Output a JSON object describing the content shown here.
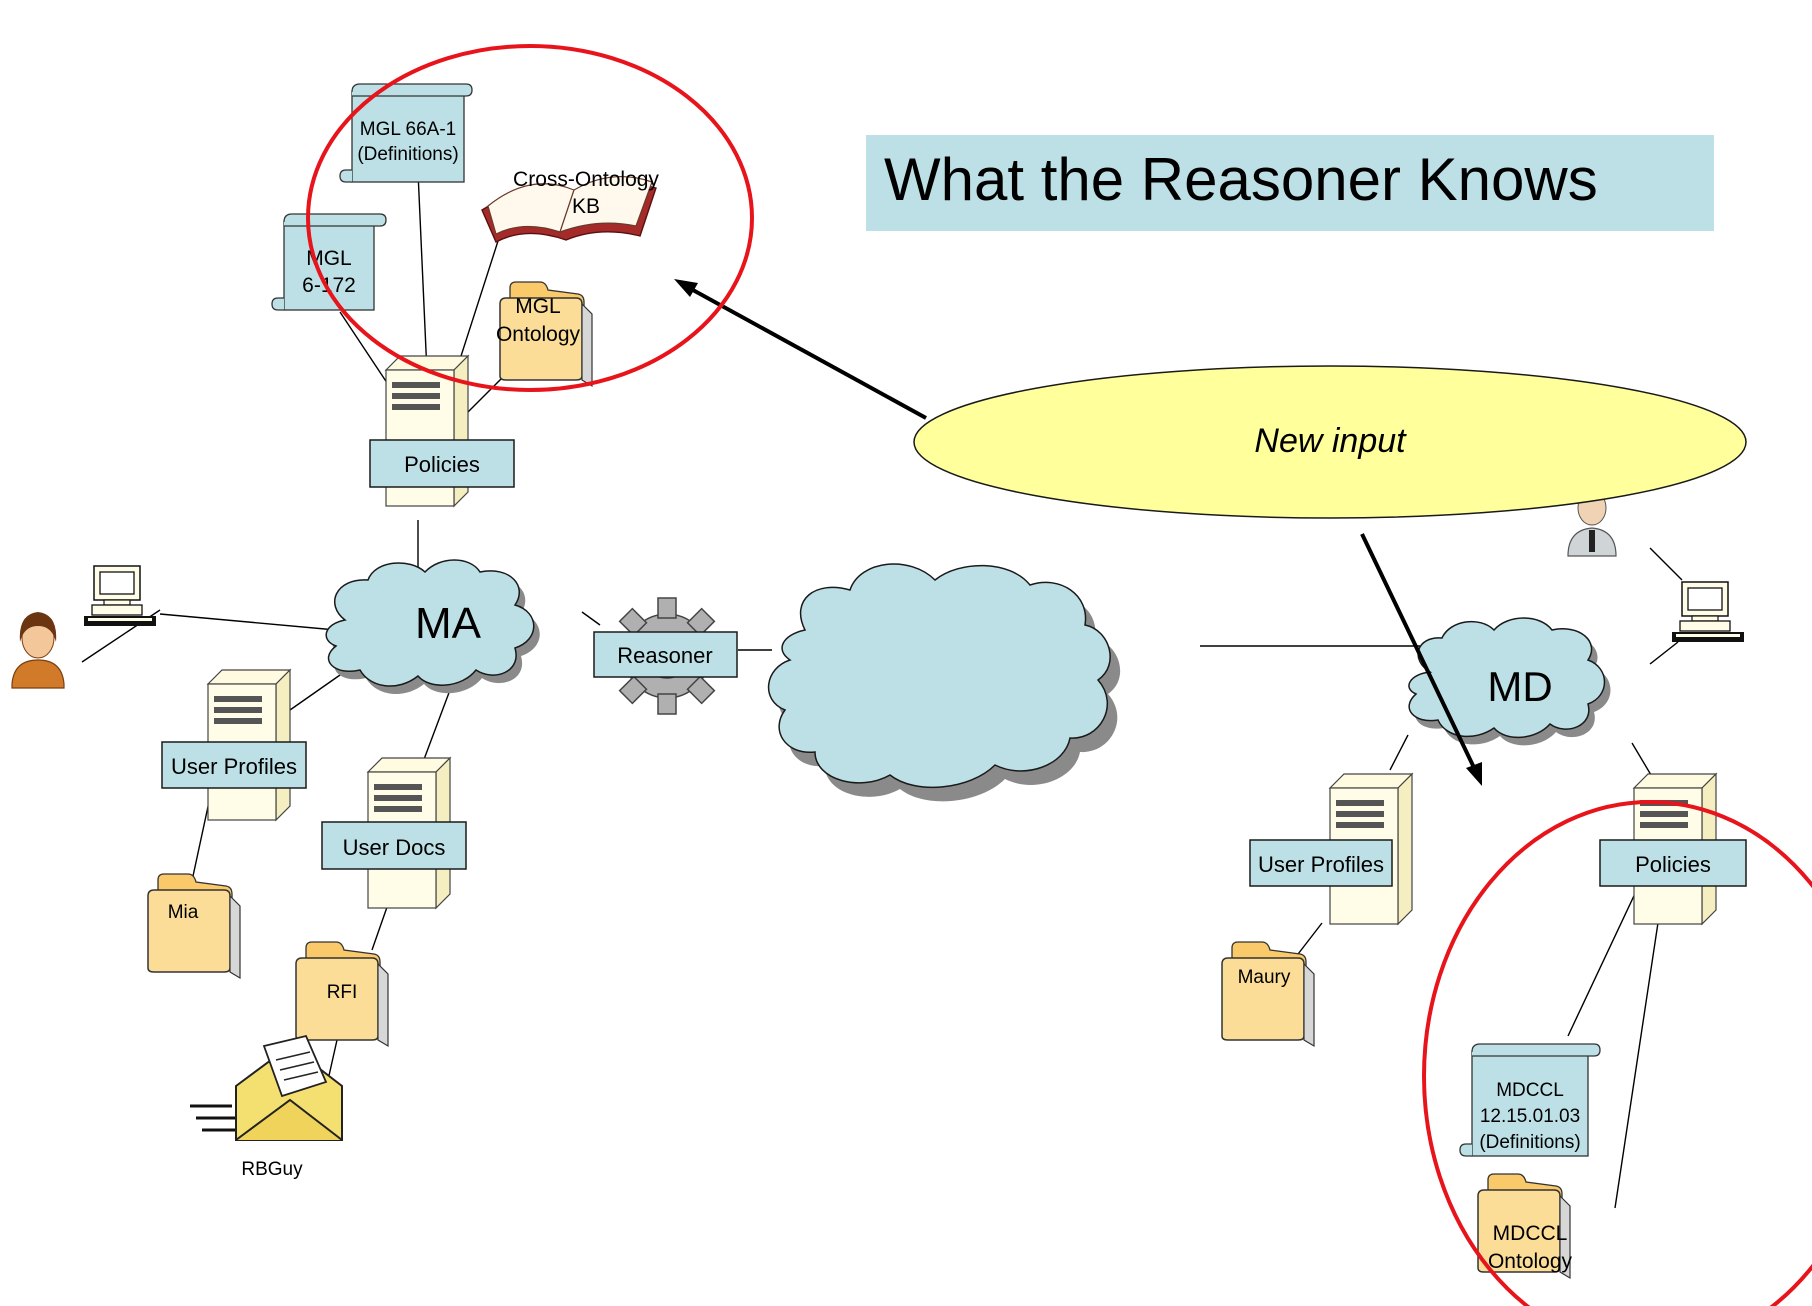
{
  "title": "What the Reasoner Knows",
  "callout": {
    "text": "New input"
  },
  "clouds": {
    "ma": "MA",
    "md": "MD",
    "middle": ""
  },
  "reasoner": "Reasoner",
  "ma_side": {
    "policies": "Policies",
    "user_profiles": "User Profiles",
    "user_docs": "User Docs",
    "mgl_66a": [
      "MGL 66A-1",
      "(Definitions)"
    ],
    "mgl_6_172": [
      "MGL",
      "6-172"
    ],
    "cross_ontology": [
      "Cross-Ontology",
      "KB"
    ],
    "mgl_ontology": [
      "MGL",
      "Ontology"
    ],
    "mia": "Mia",
    "rfi": "RFI",
    "rbguy": "RBGuy"
  },
  "md_side": {
    "policies": "Policies",
    "user_profiles": "User Profiles",
    "maury": "Maury",
    "mdccl_doc": [
      "MDCCL",
      "12.15.01.03",
      "(Definitions)"
    ],
    "mdccl_ontology": [
      "MDCCL",
      "Ontology"
    ]
  },
  "colors": {
    "accent_red": "#e8141b",
    "box_fill": "#bde0e6",
    "cloud_fill": "#bde0e6",
    "callout_fill": "#ffff9c",
    "folder_fill": "#fbd98a"
  }
}
